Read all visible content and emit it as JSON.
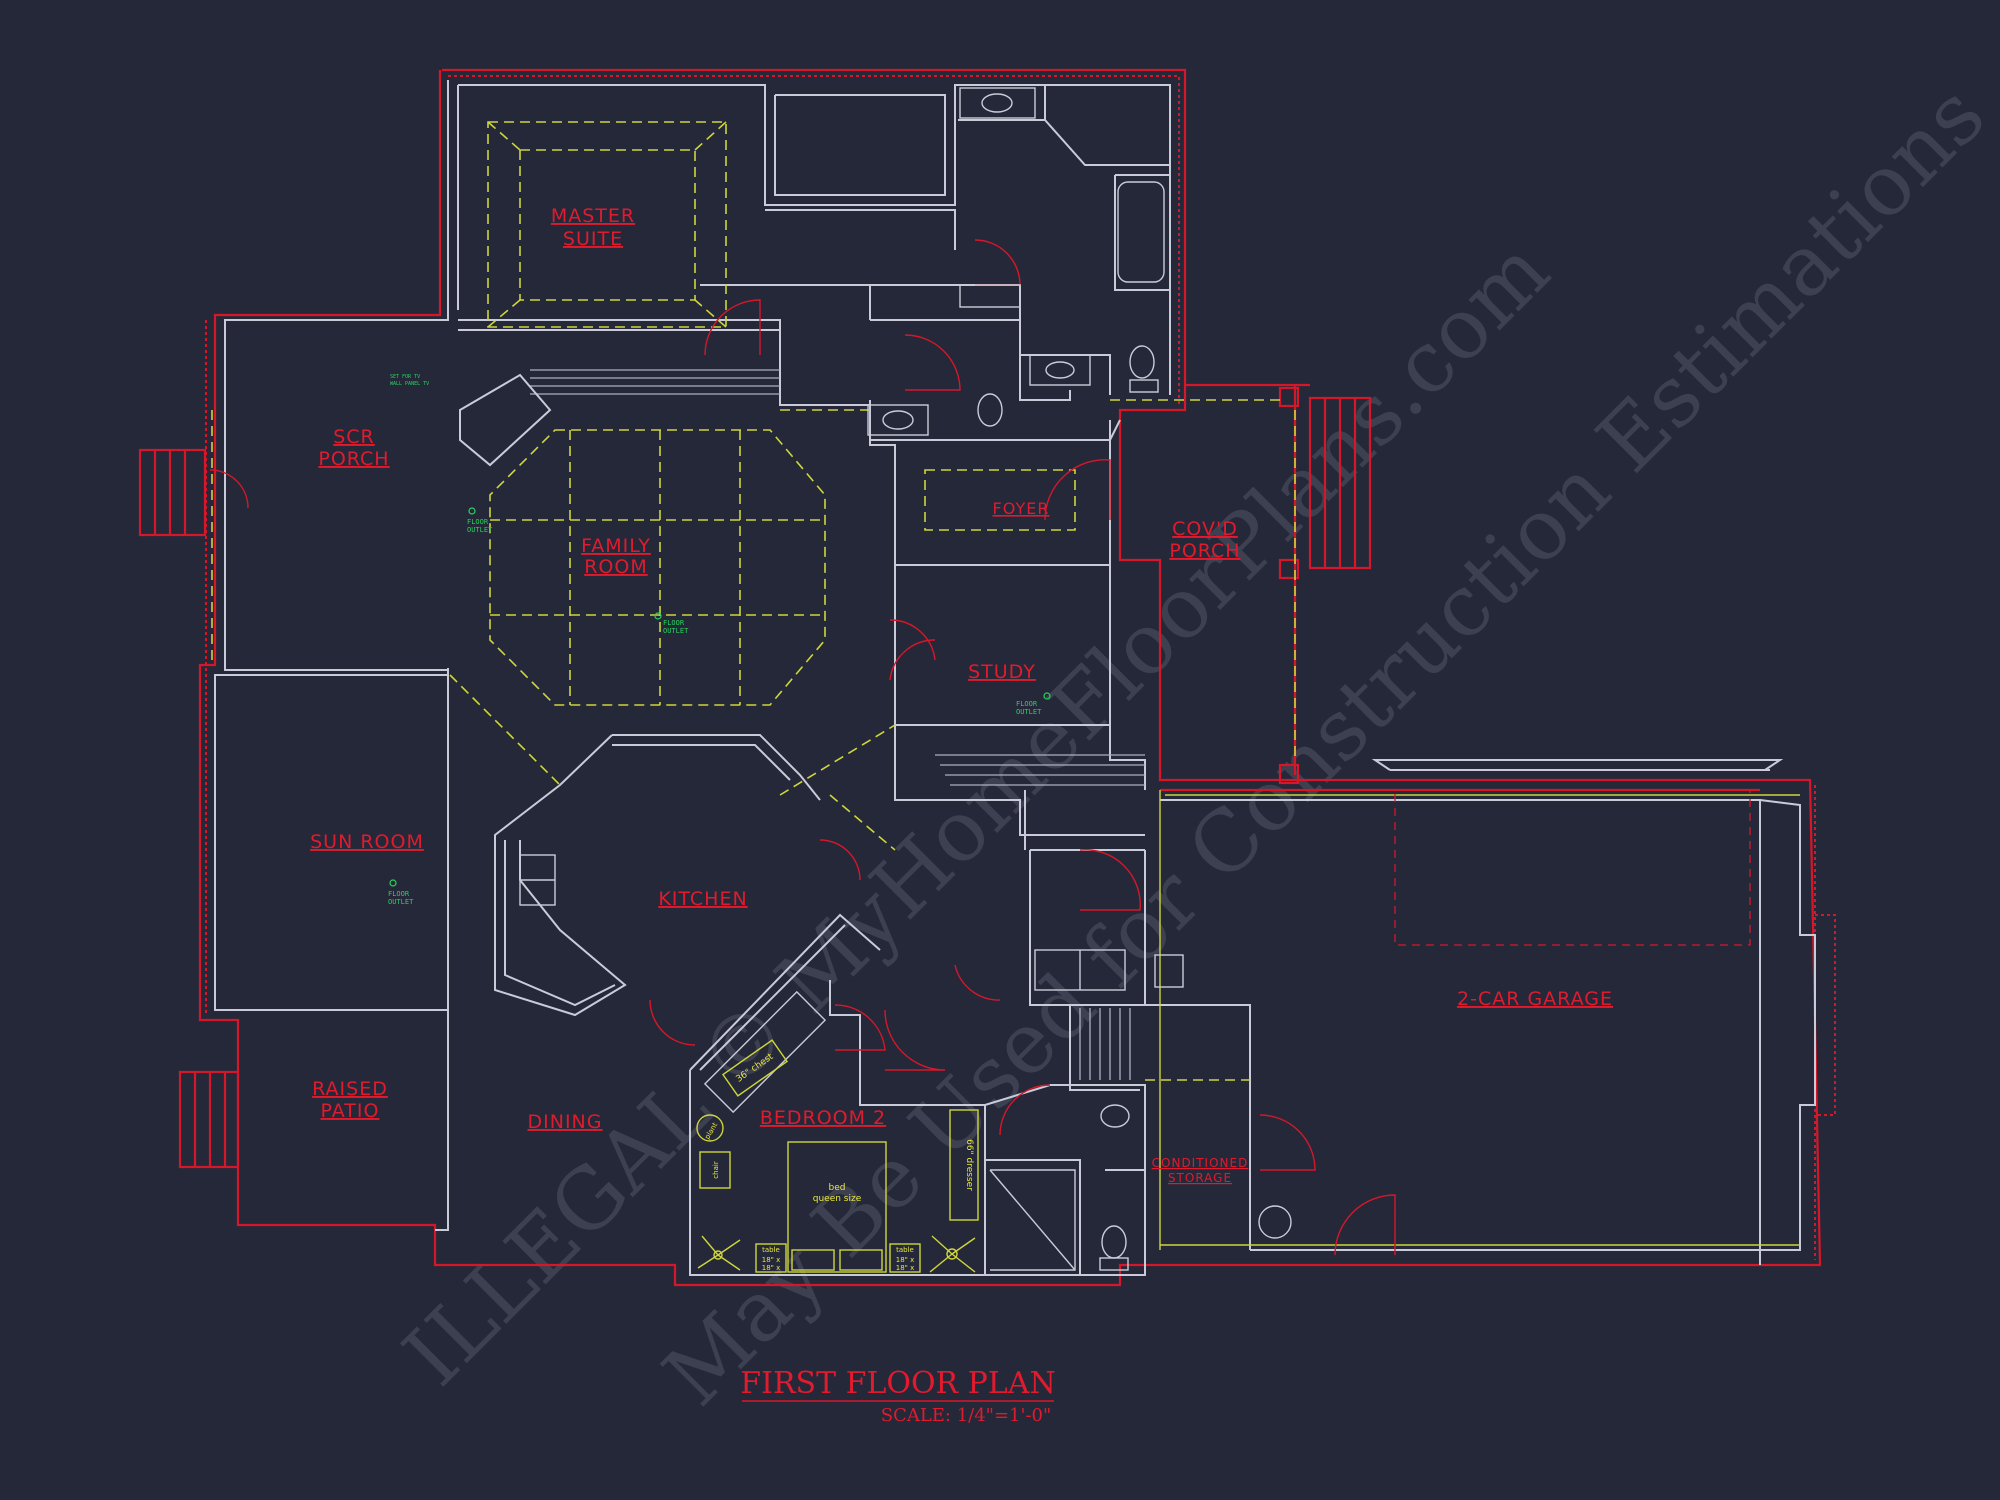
{
  "drawing": {
    "title": "FIRST FLOOR PLAN",
    "scale": "SCALE: 1/4\"=1'-0\""
  },
  "rooms": {
    "master_suite": [
      "MASTER",
      "SUITE"
    ],
    "scr_porch": [
      "SCR",
      "PORCH"
    ],
    "family_room": [
      "FAMILY",
      "ROOM"
    ],
    "foyer": "FOYER",
    "covd_porch": [
      "COV'D",
      "PORCH"
    ],
    "study": "STUDY",
    "sun_room": "SUN ROOM",
    "kitchen": "KITCHEN",
    "garage": "2-CAR GARAGE",
    "raised_patio": [
      "RAISED",
      "PATIO"
    ],
    "dining": "DINING",
    "bedroom_2": "BEDROOM 2",
    "conditioned_storage": [
      "CONDITIONED",
      "STORAGE"
    ]
  },
  "notes": {
    "floor_outlet": [
      "FLOOR",
      "OUTLET"
    ],
    "tv_note": [
      "SET FOR TV",
      "WALL PANEL TV"
    ],
    "bed": [
      "bed",
      "queen size"
    ],
    "chest": "36\" chest",
    "dresser": "66\" dresser",
    "table": [
      "table",
      "18\" x",
      "18\" x"
    ],
    "chair": "chair",
    "plant": "plant"
  },
  "watermark": {
    "line1": "ILLEGAL © MyHomeFloorPlans.com",
    "line2": "May Be Used for Construction Estimations"
  },
  "colors": {
    "background": "#252839",
    "walls": "#c9ccd8",
    "red_lines": "#d4182a",
    "yellow_lines": "#cfd63a",
    "green_notes": "#25d45a"
  }
}
